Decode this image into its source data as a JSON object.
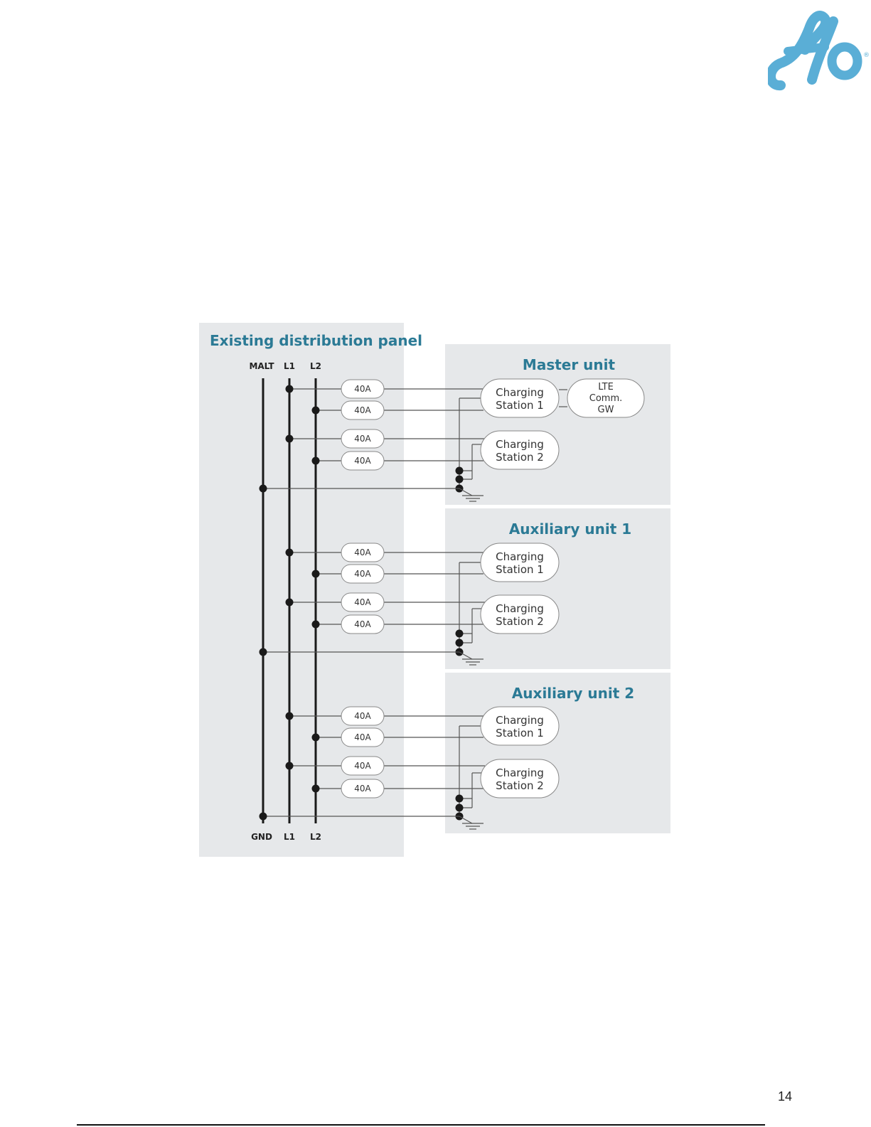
{
  "brand": {
    "logo_text": "flo",
    "registered_mark": "®",
    "logo_color": "#5aaed6"
  },
  "diagram": {
    "panel": {
      "title": "Existing distribution panel",
      "top_labels": [
        "MALT",
        "L1",
        "L2"
      ],
      "bottom_labels": [
        "GND",
        "L1",
        "L2"
      ]
    },
    "breaker_label": "40A",
    "units": [
      {
        "title": "Master unit",
        "stations": [
          {
            "line1": "Charging",
            "line2": "Station 1"
          },
          {
            "line1": "Charging",
            "line2": "Station 2"
          }
        ],
        "gateway": {
          "line1": "LTE",
          "line2": "Comm.",
          "line3": "GW"
        }
      },
      {
        "title": "Auxiliary unit 1",
        "stations": [
          {
            "line1": "Charging",
            "line2": "Station 1"
          },
          {
            "line1": "Charging",
            "line2": "Station 2"
          }
        ]
      },
      {
        "title": "Auxiliary unit 2",
        "stations": [
          {
            "line1": "Charging",
            "line2": "Station 1"
          },
          {
            "line1": "Charging",
            "line2": "Station 2"
          }
        ]
      }
    ],
    "colors": {
      "panel_bg": "#e6e8ea",
      "title": "#2b7a95",
      "bus": "#1a1a1a",
      "wire": "#555555"
    }
  },
  "page": {
    "number": "14"
  }
}
